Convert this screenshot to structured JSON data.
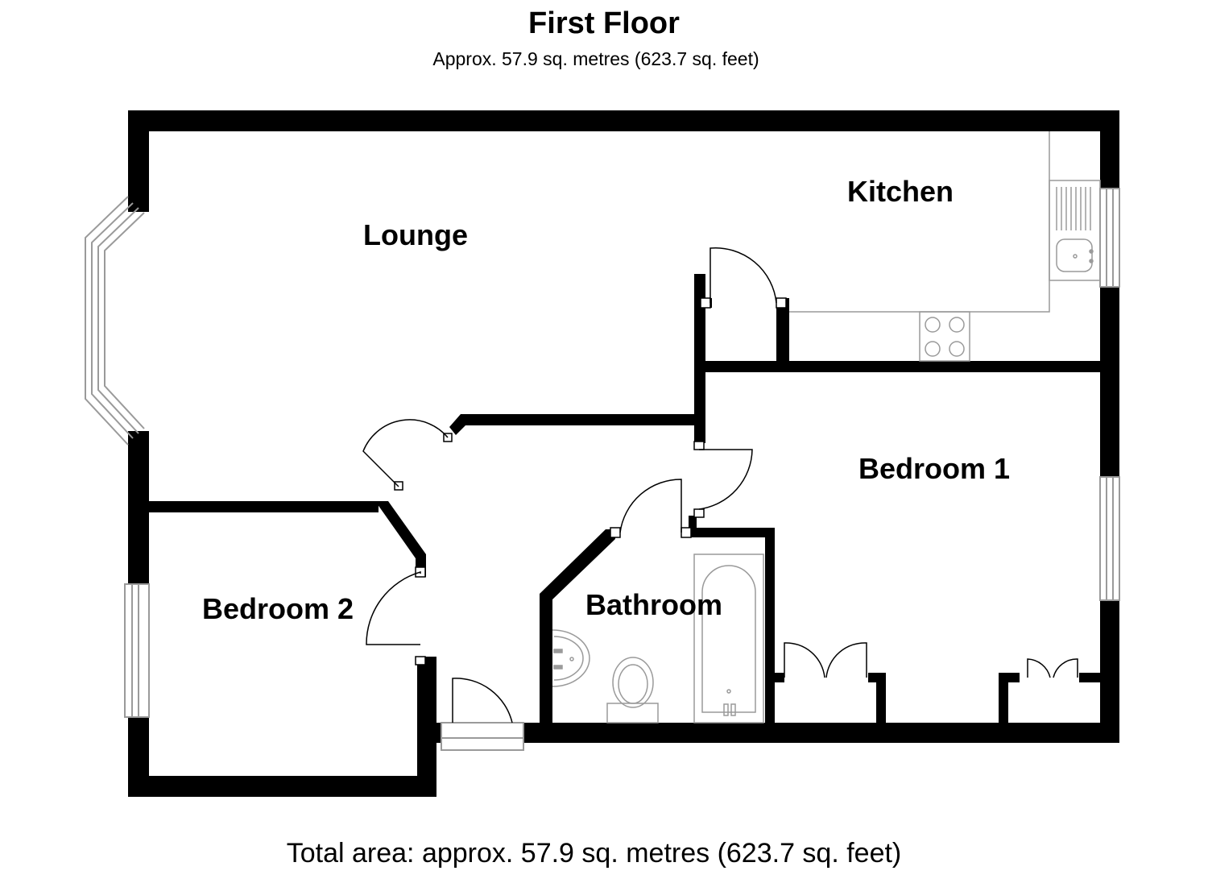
{
  "header": {
    "title": "First Floor",
    "subtitle": "Approx. 57.9 sq. metres (623.7 sq. feet)"
  },
  "rooms": {
    "lounge": "Lounge",
    "kitchen": "Kitchen",
    "bedroom1": "Bedroom 1",
    "bedroom2": "Bedroom 2",
    "bathroom": "Bathroom"
  },
  "footer": {
    "total_area": "Total area: approx. 57.9 sq. metres (623.7 sq. feet)"
  },
  "colors": {
    "wall": "#000000",
    "fixture": "#9a9a9a",
    "background": "#ffffff"
  }
}
